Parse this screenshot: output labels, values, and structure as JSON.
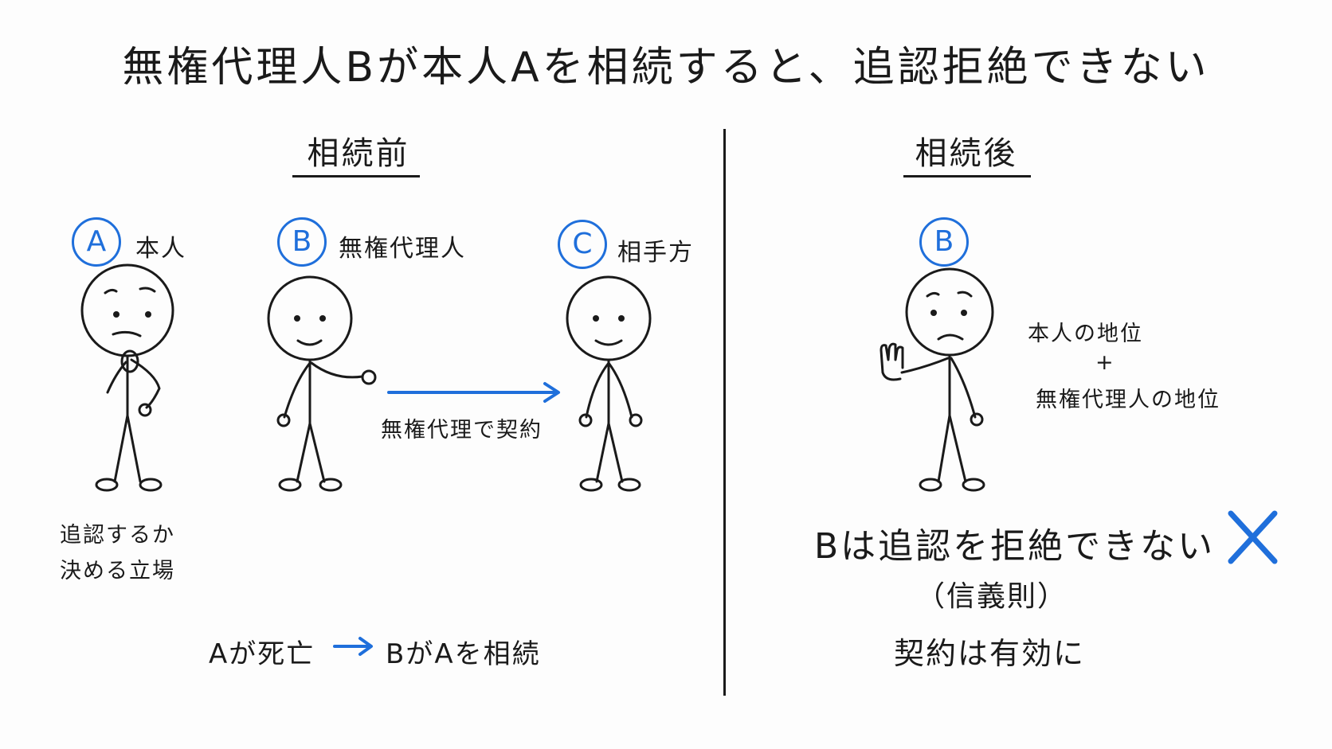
{
  "title": "無権代理人Bが本人Aを相続すると、追認拒絶できない",
  "colors": {
    "accent": "#1f6fdb",
    "ink": "#1a1a1a"
  },
  "before": {
    "heading": "相続前",
    "persons": [
      {
        "badge": "A",
        "role": "本人"
      },
      {
        "badge": "B",
        "role": "無権代理人"
      },
      {
        "badge": "C",
        "role": "相手方"
      }
    ],
    "arrow_label": "無権代理で契約",
    "a_note_line1": "追認するか",
    "a_note_line2": "決める立場",
    "event_left": "Aが死亡",
    "event_right": "BがAを相続"
  },
  "after": {
    "heading": "相続後",
    "badge": "B",
    "status_line1": "本人の地位",
    "status_plus": "+",
    "status_line2": "無権代理人の地位",
    "conclusion": "Bは追認を拒絶できない",
    "reason": "（信義則）",
    "result": "契約は有効に",
    "cross_icon": "cross-mark-icon"
  }
}
